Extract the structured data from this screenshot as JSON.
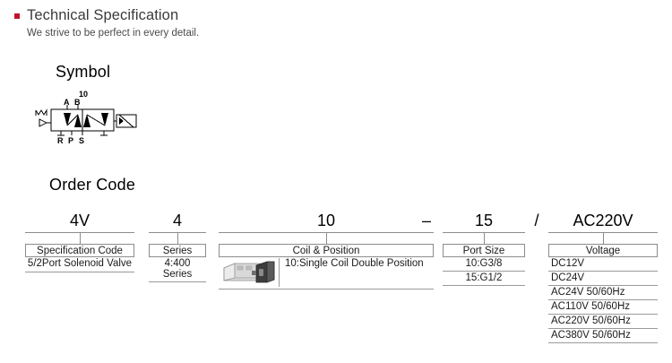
{
  "header": {
    "title": "Technical Specification",
    "subtitle": "We strive to be perfect in every detail.",
    "bullet_color": "#c0122c"
  },
  "symbol_section": {
    "title": "Symbol",
    "diagram": {
      "top_label": "10",
      "port_labels_top": [
        "A",
        "B"
      ],
      "port_labels_bottom": [
        "R",
        "P",
        "S"
      ],
      "left_actuator": "spring-and-pilot",
      "right_actuator": "solenoid"
    }
  },
  "order_code_section": {
    "title": "Order Code",
    "separators": {
      "dash": "–",
      "slash": "/"
    },
    "segments": [
      {
        "code": "4V",
        "header": "Specification Code",
        "type": "text-rows",
        "rows": [
          "5/2Port Solenoid Valve"
        ]
      },
      {
        "code": "4",
        "header": "Series",
        "type": "text-rows",
        "rows": [
          "4:400 Series"
        ]
      },
      {
        "code": "10",
        "header": "Coil & Position",
        "type": "photo-row",
        "photo_alt": "solenoid-valve-photo",
        "rows": [
          "10:Single Coil Double Position"
        ]
      },
      {
        "code": "15",
        "header": "Port Size",
        "type": "text-rows",
        "rows": [
          "10:G3/8",
          "15:G1/2"
        ]
      },
      {
        "code": "AC220V",
        "header": "Voltage",
        "type": "text-rows",
        "rows": [
          "DC12V",
          "DC24V",
          "AC24V 50/60Hz",
          "AC110V 50/60Hz",
          "AC220V 50/60Hz",
          "AC380V 50/60Hz"
        ]
      }
    ]
  }
}
